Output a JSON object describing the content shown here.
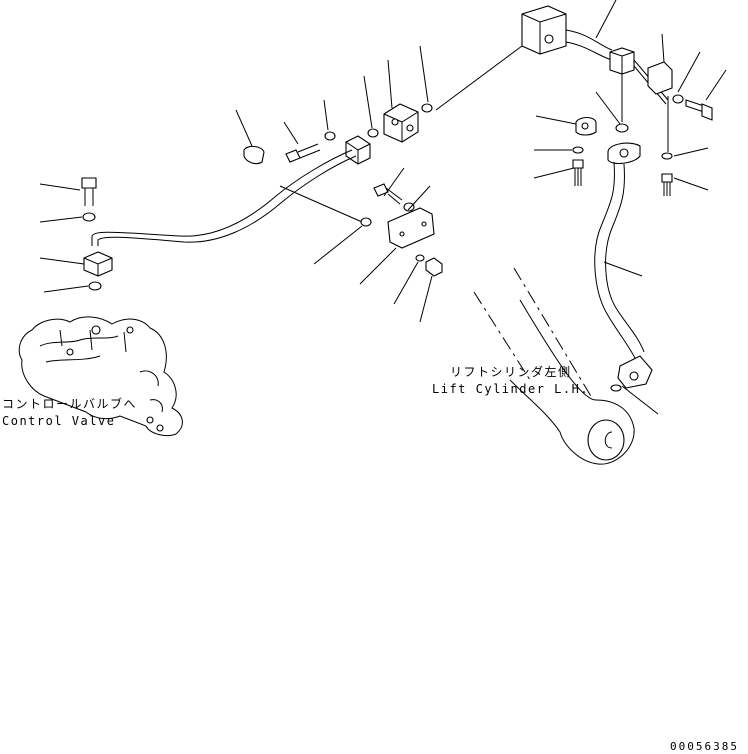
{
  "labels": {
    "control_valve_jp": "コントロールバルブへ",
    "control_valve_en": "Control Valve",
    "lift_cylinder_jp": "リフトシリンダ左側",
    "lift_cylinder_en": "Lift Cylinder L.H."
  },
  "drawing_number": "00056385"
}
